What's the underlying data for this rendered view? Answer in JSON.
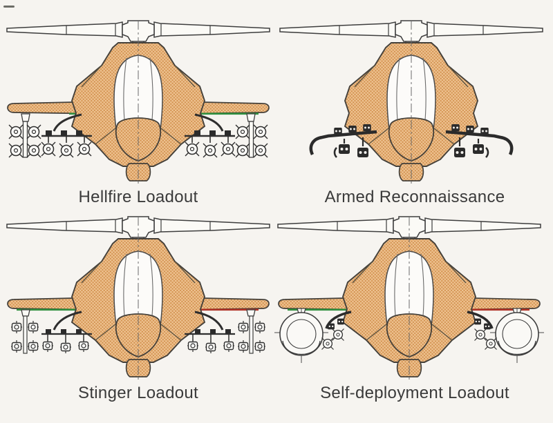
{
  "panels": [
    {
      "id": "hellfire-loadout",
      "label": "Hellfire Loadout"
    },
    {
      "id": "armed-reconnaissance",
      "label": "Armed Reconnaissance"
    },
    {
      "id": "stinger-loadout",
      "label": "Stinger Loadout"
    },
    {
      "id": "self-deployment-loadout",
      "label": "Self-deployment Loadout"
    }
  ],
  "colors": {
    "background": "#f6f4f0",
    "airframe_tan": "#eec290",
    "airframe_stipple_dot": "#d2914f",
    "outline_dark": "#44403a",
    "canopy_white": "#fcfbf9",
    "underwing_green": "#2f8f3e",
    "underwing_red": "#b03226",
    "weapon_dark": "#2b2b2b",
    "caption_text": "#3a3a3a"
  }
}
